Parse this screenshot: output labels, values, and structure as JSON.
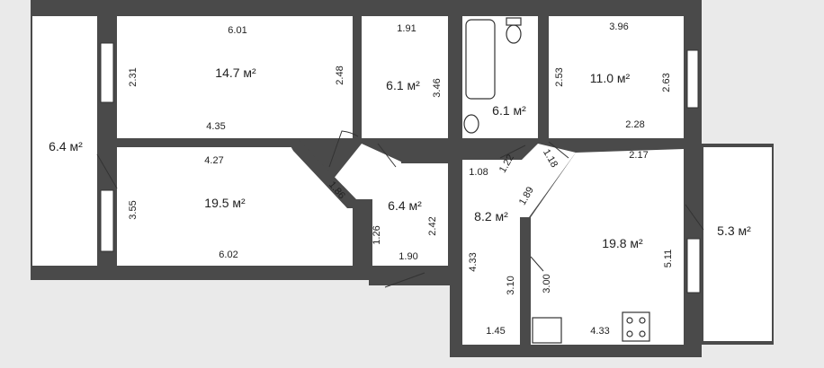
{
  "rooms": [
    {
      "id": "balcony-west",
      "area": "6.4 м²"
    },
    {
      "id": "room-north-west",
      "area": "14.7 м²"
    },
    {
      "id": "room-south-west",
      "area": "19.5 м²"
    },
    {
      "id": "room-small",
      "area": "6.1 м²"
    },
    {
      "id": "bathroom",
      "area": "6.1 м²"
    },
    {
      "id": "room-north-east",
      "area": "11.0 м²"
    },
    {
      "id": "corridor-central",
      "area": "6.4 м²"
    },
    {
      "id": "hall",
      "area": "8.2 м²"
    },
    {
      "id": "kitchen",
      "area": "19.8 м²"
    },
    {
      "id": "balcony-east",
      "area": "5.3 м²"
    }
  ],
  "dims": {
    "nw_top": "6.01",
    "nw_left": "2.31",
    "nw_right": "2.48",
    "nw_bottom": "4.35",
    "sw_top": "4.27",
    "sw_left": "3.55",
    "sw_bottom": "6.02",
    "sw_diag": "1.86",
    "small_top": "1.91",
    "small_right": "3.46",
    "ne_top": "3.96",
    "ne_left": "2.53",
    "ne_right": "2.63",
    "ne_bottom": "2.28",
    "corr_right": "2.42",
    "corr_left": "1.26",
    "corr_bottom": "1.90",
    "hall_top": "1.08",
    "hall_d1": "1.22",
    "hall_d2": "1.18",
    "hall_diag": "1.89",
    "hall_left": "4.33",
    "hall_niche": "3.10",
    "hall_bottom": "1.45",
    "kit_top": "2.17",
    "kit_left": "3.00",
    "kit_right": "5.11",
    "kit_bottom": "4.33"
  }
}
